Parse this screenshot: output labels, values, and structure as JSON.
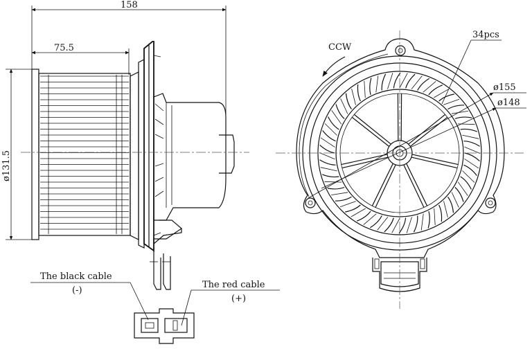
{
  "side_view": {
    "overall_length": "158",
    "wheel_length": "75.5",
    "wheel_diameter": "ø131.5"
  },
  "front_view": {
    "rotation": "CCW",
    "blade_count": "34pcs",
    "outer_diameter": "ø155",
    "inner_diameter": "ø148"
  },
  "connector": {
    "black_cable_label": "The black cable",
    "black_cable_polarity": "(-)",
    "red_cable_label": "The red cable",
    "red_cable_polarity": "(+)"
  }
}
